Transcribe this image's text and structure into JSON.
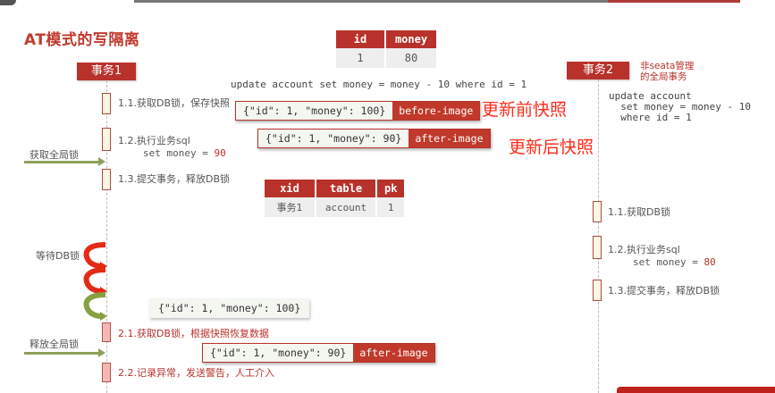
{
  "title": "AT模式的写隔离",
  "tx1": {
    "header": "事务1",
    "steps": [
      {
        "label": "1.1.获取DB锁，保存快照"
      },
      {
        "label": "1.2.执行业务sql",
        "sub_prefix": "set money = ",
        "sub_value": "90"
      },
      {
        "label": "1.3.提交事务，释放DB锁"
      },
      {
        "label": "2.1.获取DB锁，根据快照恢复数据"
      },
      {
        "label": "2.2.记录异常，发送警告，人工介入"
      }
    ]
  },
  "tx2": {
    "header": "事务2",
    "note_line1": "非seata管理",
    "note_line2": "的全局事务",
    "sql_line1": "update account",
    "sql_line2": "  set money = money - 10",
    "sql_line3": "  where id = 1",
    "steps": [
      {
        "label": "1.1.获取DB锁"
      },
      {
        "label": "1.2.执行业务sql",
        "sub_prefix": "set money = ",
        "sub_value": "80"
      },
      {
        "label": "1.3.提交事务，释放DB锁"
      }
    ]
  },
  "account_table": {
    "headers": [
      "id",
      "money"
    ],
    "rows": [
      [
        "1",
        "80"
      ]
    ]
  },
  "update_sql": "update account set money = money - 10 where id = 1",
  "snapshots": {
    "before": {
      "json": "{\"id\": 1, \"money\": 100}",
      "tag": "before-image"
    },
    "after": {
      "json": "{\"id\": 1, \"money\": 90}",
      "tag": "after-image"
    },
    "restore": {
      "json": "{\"id\": 1, \"money\": 100}"
    },
    "after2": {
      "json": "{\"id\": 1, \"money\": 90}",
      "tag": "after-image"
    }
  },
  "annotations": {
    "before": "更新前快照",
    "after": "更新后快照"
  },
  "lock_table": {
    "headers": [
      "xid",
      "table",
      "pk"
    ],
    "rows": [
      [
        "事务1",
        "account",
        "1"
      ]
    ]
  },
  "side_labels": {
    "acquire_global": "获取全局锁",
    "wait_db": "等待DB锁",
    "release_global": "释放全局锁"
  },
  "colors": {
    "accent_red": "#b8322b",
    "annotation_red": "#ff2a1a",
    "arrow_green": "#8da05a"
  }
}
